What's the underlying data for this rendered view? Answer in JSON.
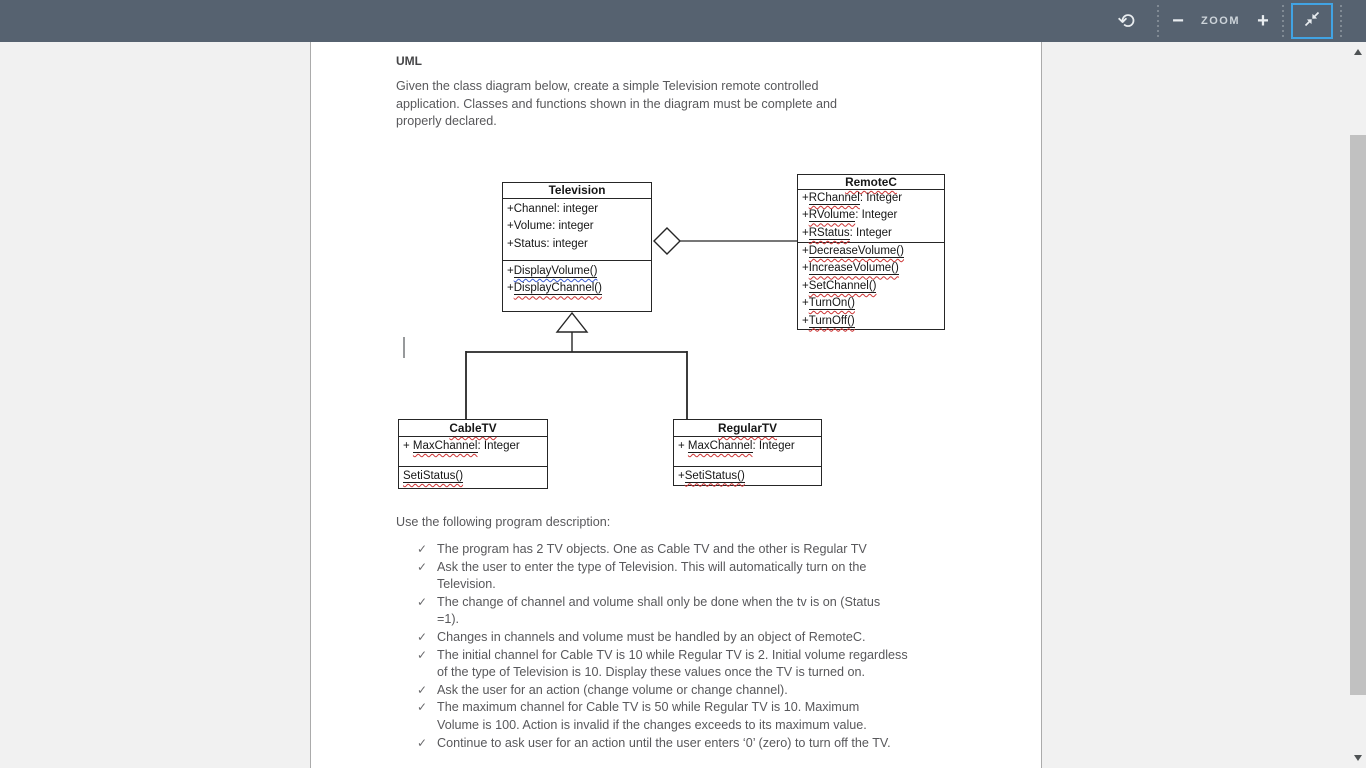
{
  "colors": {
    "toolbar_bg": "#566270",
    "accent_blue": "#41a3e3",
    "spellcheck_red": "#cc3333",
    "grammar_blue": "#3a5bd0",
    "scrollbar_thumb": "#c1c1c1"
  },
  "toolbar": {
    "reset_icon_glyph": "⟲",
    "minus_label": "−",
    "zoom_label": "ZOOM",
    "plus_label": "+"
  },
  "document": {
    "heading": "UML",
    "intro_lines": [
      "Given the class diagram below, create a simple Television remote controlled",
      "application. Classes and functions shown in the diagram must be complete and",
      "properly declared."
    ],
    "description_label": "Use the following program description:",
    "check_glyph": "✓",
    "bullets": [
      {
        "lines": [
          "The program has 2 TV objects. One as Cable TV and the other is Regular TV"
        ]
      },
      {
        "lines": [
          "Ask the user to enter the type of Television. This will automatically turn on the",
          "Television."
        ]
      },
      {
        "lines": [
          "The change of channel and volume shall only be done when the tv is on (Status",
          "=1)."
        ]
      },
      {
        "lines": [
          "Changes in channels and volume must be handled by an object of RemoteC."
        ]
      },
      {
        "lines": [
          "The initial channel for Cable TV is 10 while Regular TV is 2. Initial volume regardless",
          "of the type of Television is 10. Display these values once the TV is turned on."
        ]
      },
      {
        "lines": [
          "Ask the user for an action (change volume or change channel)."
        ]
      },
      {
        "lines": [
          "The maximum channel for Cable TV is 50 while Regular TV is 10. Maximum",
          "Volume is 100. Action is invalid if the changes exceeds to its maximum value."
        ]
      },
      {
        "lines": [
          "Continue to ask user for an action until the user enters ‘0’ (zero) to turn off the TV."
        ]
      }
    ]
  },
  "diagram": {
    "television": {
      "title": "Television",
      "attributes": [
        {
          "pre": "+",
          "name": "Channel",
          "post": ": integer"
        },
        {
          "pre": "+",
          "name": "Volume",
          "post": ": integer"
        },
        {
          "pre": "+",
          "name": "Status",
          "post": ": integer"
        }
      ],
      "methods": [
        {
          "pre": "+",
          "name": "DisplayVolume()"
        },
        {
          "pre": "+",
          "name": "DisplayChannel()"
        }
      ]
    },
    "remotec": {
      "title": "RemoteC",
      "attributes": [
        {
          "pre": "+",
          "name": "RChannel",
          "post": ": Integer"
        },
        {
          "pre": "+",
          "name": "RVolume",
          "post": ": Integer"
        },
        {
          "pre": "+",
          "name": "RStatus",
          "post": ": Integer"
        }
      ],
      "methods": [
        {
          "pre": "+",
          "name": "DecreaseVolume()"
        },
        {
          "pre": "+",
          "name": "IncreaseVolume()"
        },
        {
          "pre": "+",
          "name": "SetChannel()"
        },
        {
          "pre": "+",
          "name": "TurnOn()"
        },
        {
          "pre": "+",
          "name": "TurnOff()"
        }
      ]
    },
    "cabletv": {
      "title": "CableTV",
      "attributes": [
        {
          "pre": "+ ",
          "name": "MaxChannel",
          "post": ": Integer"
        }
      ],
      "methods": [
        {
          "pre": "",
          "name": "SetiStatus()"
        }
      ]
    },
    "regulartv": {
      "title": "RegularTV",
      "attributes": [
        {
          "pre": "+ ",
          "name": "MaxChannel",
          "post": ": Integer"
        }
      ],
      "methods": [
        {
          "pre": "+",
          "name": "SetiStatus()"
        }
      ]
    }
  }
}
